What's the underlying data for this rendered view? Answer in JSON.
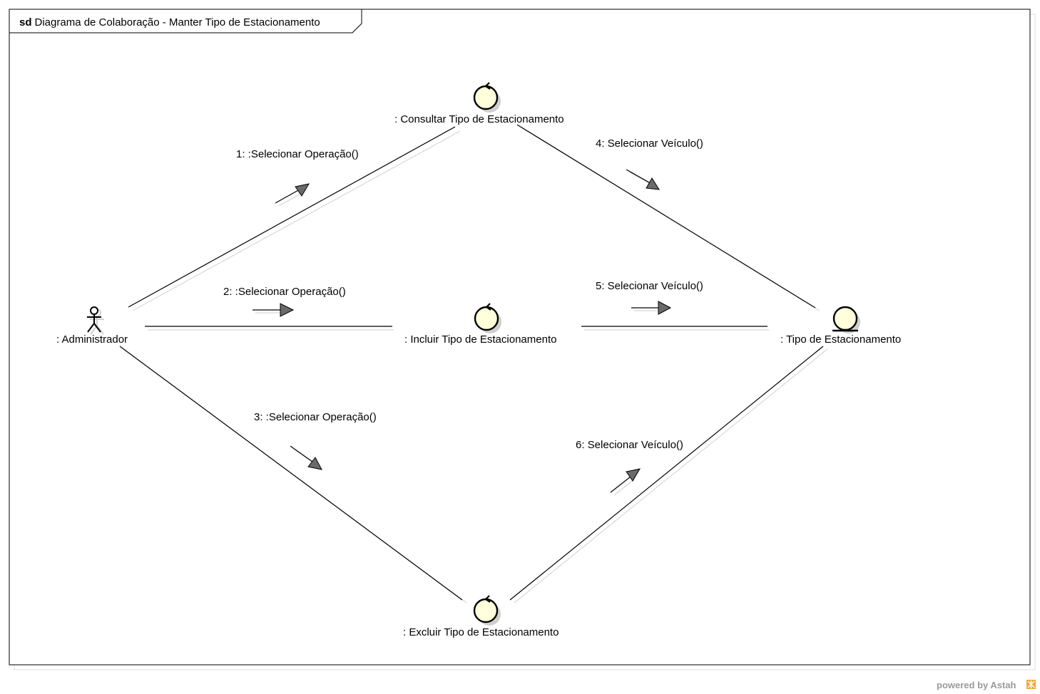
{
  "frame": {
    "keyword": "sd",
    "title": "Diagrama de Colaboração - Manter Tipo de Estacionamento"
  },
  "objects": [
    {
      "id": "administrador",
      "kind": "actor",
      "label": ": Administrador"
    },
    {
      "id": "consultar",
      "kind": "control",
      "label": ": Consultar Tipo de Estacionamento"
    },
    {
      "id": "incluir",
      "kind": "control",
      "label": ": Incluir Tipo de Estacionamento"
    },
    {
      "id": "excluir",
      "kind": "control",
      "label": ": Excluir Tipo de Estacionamento"
    },
    {
      "id": "tipo",
      "kind": "entity",
      "label": ": Tipo de Estacionamento"
    }
  ],
  "messages": [
    {
      "id": "m1",
      "from": "administrador",
      "to": "consultar",
      "label": "1: :Selecionar Operação()"
    },
    {
      "id": "m2",
      "from": "administrador",
      "to": "incluir",
      "label": "2: :Selecionar Operação()"
    },
    {
      "id": "m3",
      "from": "administrador",
      "to": "excluir",
      "label": "3: :Selecionar Operação()"
    },
    {
      "id": "m4",
      "from": "consultar",
      "to": "tipo",
      "label": "4: Selecionar  Veículo()"
    },
    {
      "id": "m5",
      "from": "incluir",
      "to": "tipo",
      "label": "5: Selecionar  Veículo()"
    },
    {
      "id": "m6",
      "from": "excluir",
      "to": "tipo",
      "label": "6: Selecionar  Veículo()"
    }
  ],
  "footer": {
    "text": "powered by Astah"
  },
  "colors": {
    "object_fill": "#ffffdc",
    "line": "#000000",
    "shadow": "#d8d8d8",
    "arrow_head": "#6a6a6a",
    "footer_text": "#9a9a9a",
    "logo_accent": "#f4a53c"
  },
  "icons": {
    "actor": "stick-figure-icon",
    "control": "control-circle-icon",
    "entity": "entity-circle-icon",
    "message_arrow": "message-arrow-icon",
    "logo": "astah-logo-icon"
  }
}
